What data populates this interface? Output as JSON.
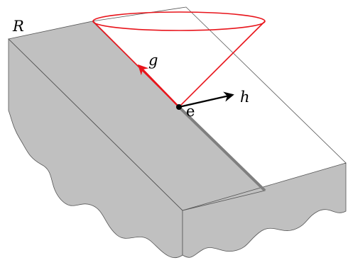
{
  "labels": {
    "region": "R",
    "vector_g": "g",
    "vector_h": "h",
    "point_e": "e"
  },
  "colors": {
    "slab_gray": "#c0c0c0",
    "slab_dark_edge": "#7f7f7f",
    "outline": "#555555",
    "cone_red": "#e8141b",
    "vector_g_red": "#e8141b",
    "vector_h_black": "#000000",
    "point_black": "#000000",
    "background": "#ffffff"
  }
}
